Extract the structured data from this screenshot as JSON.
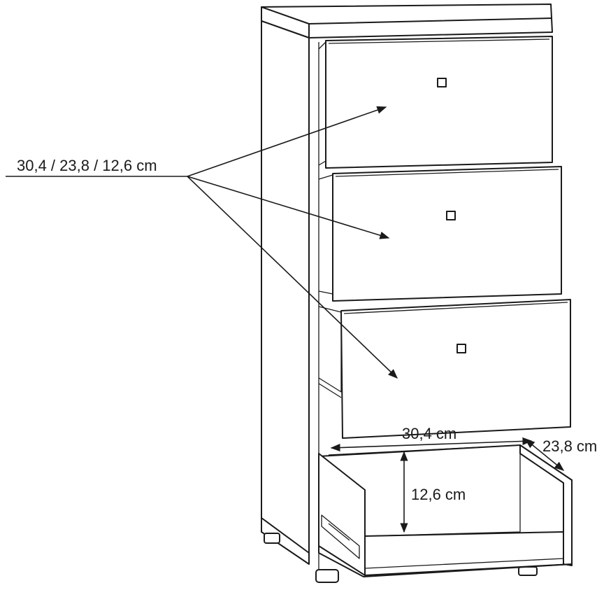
{
  "labels": {
    "drawer_dims": "30,4 / 23,8 / 12,6 cm",
    "width": "30,4 cm",
    "depth": "23,8 cm",
    "height": "12,6 cm"
  },
  "colors": {
    "ink": "#1a1a1a",
    "background": "#ffffff"
  }
}
